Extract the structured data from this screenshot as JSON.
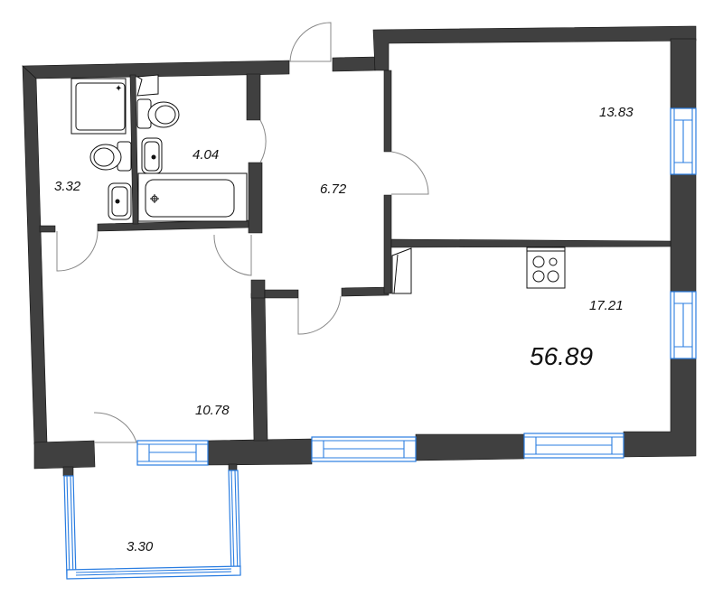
{
  "plan": {
    "total_area": "56.89",
    "rooms": [
      {
        "id": "bathroom-small",
        "area": "3.32"
      },
      {
        "id": "bathroom-large",
        "area": "4.04"
      },
      {
        "id": "hallway",
        "area": "6.72"
      },
      {
        "id": "bedroom",
        "area": "13.83"
      },
      {
        "id": "kitchen-living",
        "area": "17.21"
      },
      {
        "id": "room-entry",
        "area": "10.78"
      },
      {
        "id": "balcony",
        "area": "3.30"
      }
    ]
  },
  "colors": {
    "wall": "#404040",
    "window": "#2a7de1",
    "background": "#ffffff"
  }
}
